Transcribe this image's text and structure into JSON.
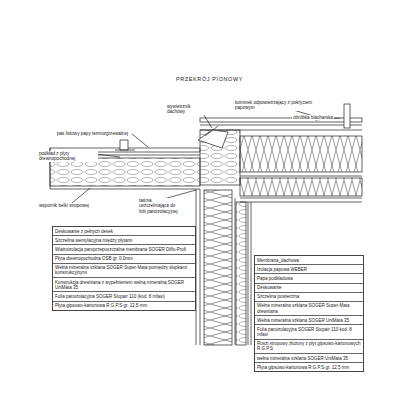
{
  "diagram": {
    "title": "PRZEKRÓJ PIONOWY",
    "nodes": [
      {
        "text": [
          "Deskowanie z pełnych desek",
          "Szczelina wentylacyjna między płytami",
          "Wiatroizolacja paroprzepuszczalna membrana SOGER Diffu-Profi",
          "Płyta drewnopochodna OSB gr. 0,0mm",
          "Wełna mineralna szklana SOGER Super-Mata pomiędzy słupkami konstrukcyjnymi",
          "Konstrukcja drewniana z wypełnieniem wełną mineralną SOGER UniMata 35",
          "Folia paroizolacyjna SOGER Stopair 110 (kod. 8 mfasi)",
          "Płyta gipsowo-kartonowa R.G.P.S gr. 12,5 mm"
        ]
      },
      {
        "text": [
          "Membrana_dachowa",
          "Izolacja papowa WEBER",
          "Papa podkładowa",
          "Deskowanie",
          "Szczelina powietrzna",
          "Wełna mineralna szklana SOGER Super-Mata drewniana",
          "Wełna mineralna szklana SOGER UniMata 35",
          "Folia paroizolacyjna SOGER Stopair 110 kod. 8 mfasi",
          "Ruszt stropowy złożony z płyt gipsowo-kartonowych R.G.P.S",
          "wełna mineralna szklana SOGER UniMata 35",
          "Płyta gipsowo-kartonowa R.G.P.S gr. 12,5 mm"
        ]
      }
    ],
    "labels": [
      "pas listowy papy termozgrzewalnej",
      "podkład z płyty drewnopochodnej",
      "wywietrznik dachowy",
      "kominek odpowietrzający z pokryciem papowym",
      "obróbka blacharska",
      "wspornik belki stropowej",
      "taśma uszczelniająca do folii paroizolacyjnej"
    ]
  }
}
